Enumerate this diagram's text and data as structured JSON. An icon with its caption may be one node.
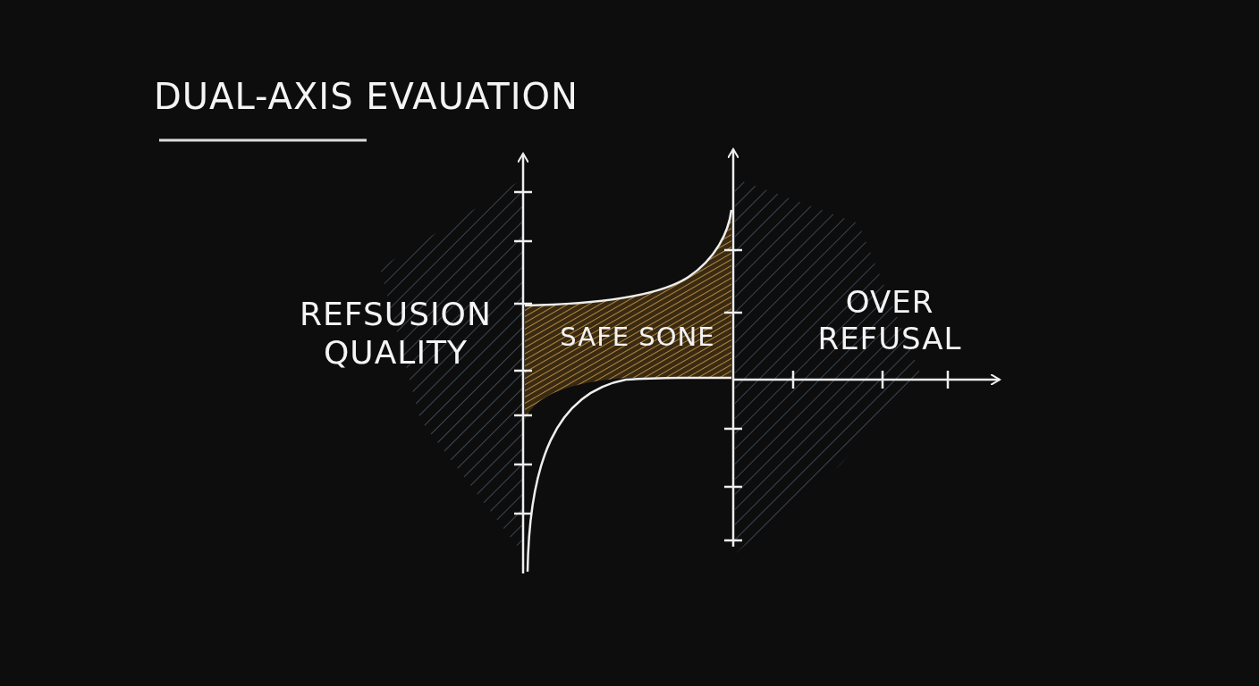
{
  "diagram": {
    "title": "DUAL-AXIS EVAUATION",
    "labels": [
      "REFSUSION QUALITY",
      "SAFE SONE",
      "OVER REFUSAL"
    ]
  }
}
